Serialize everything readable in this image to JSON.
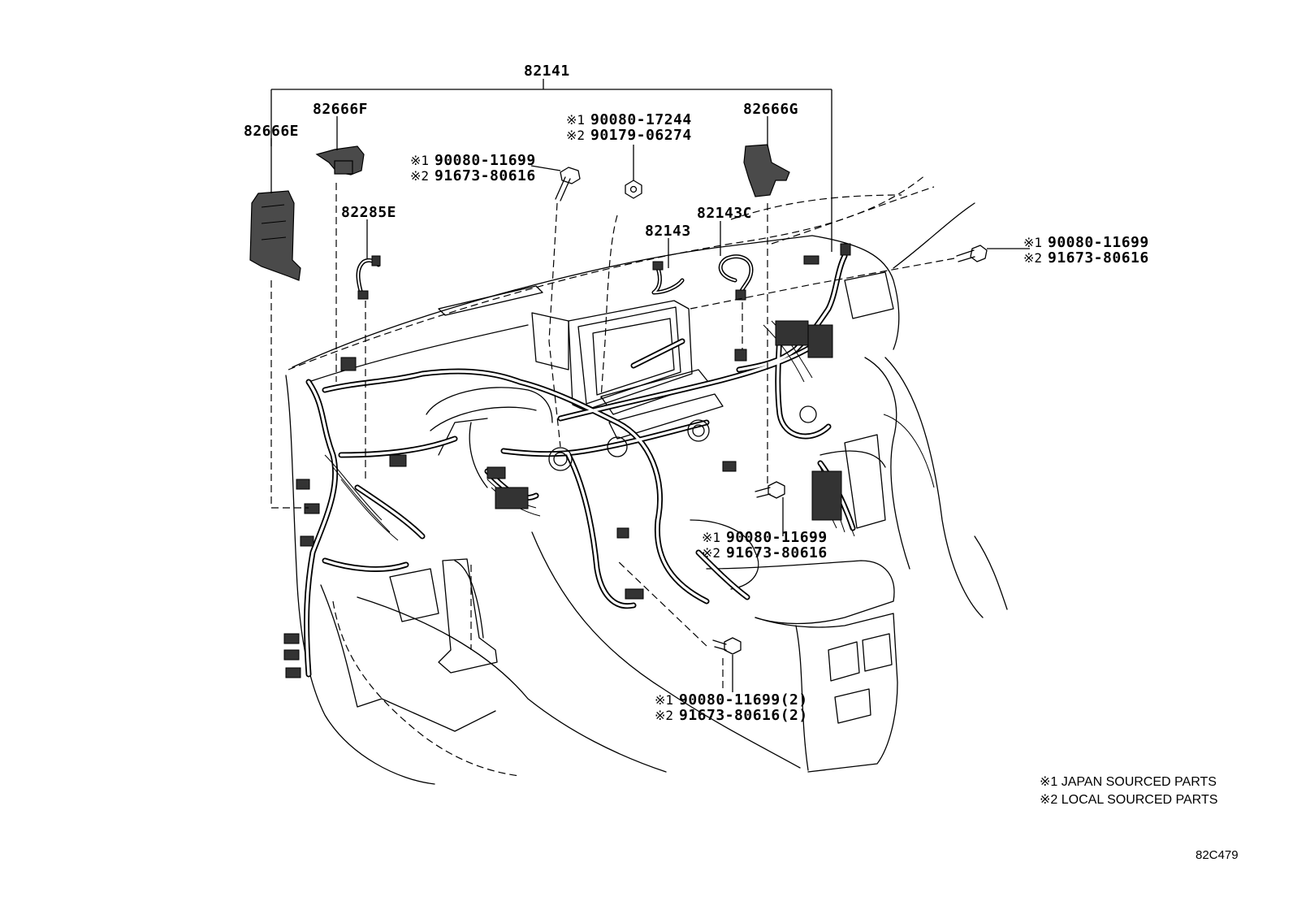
{
  "labels": {
    "main_harness": "82141",
    "clamp_f": "82666F",
    "clamp_e": "82666E",
    "clamp_g": "82666G",
    "wire_82285e": "82285E",
    "wire_82143": "82143",
    "wire_82143c": "82143C"
  },
  "fasteners": {
    "top_bolt": {
      "jp_mark": "※1",
      "jp_part": "90080-11699",
      "local_mark": "※2",
      "local_part": "91673-80616"
    },
    "top_nut": {
      "jp_mark": "※1",
      "jp_part": "90080-17244",
      "local_mark": "※2",
      "local_part": "90179-06274"
    },
    "right_bolt": {
      "jp_mark": "※1",
      "jp_part": "90080-11699",
      "local_mark": "※2",
      "local_part": "91673-80616"
    },
    "center_bolt": {
      "jp_mark": "※1",
      "jp_part": "90080-11699",
      "local_mark": "※2",
      "local_part": "91673-80616"
    },
    "lower_bolt": {
      "jp_mark": "※1",
      "jp_part": "90080-11699(2)",
      "local_mark": "※2",
      "local_part": "91673-80616(2)"
    }
  },
  "legend": {
    "note1": "※1 JAPAN SOURCED PARTS",
    "note2": "※2 LOCAL SOURCED PARTS"
  },
  "figure_code": "82C479"
}
